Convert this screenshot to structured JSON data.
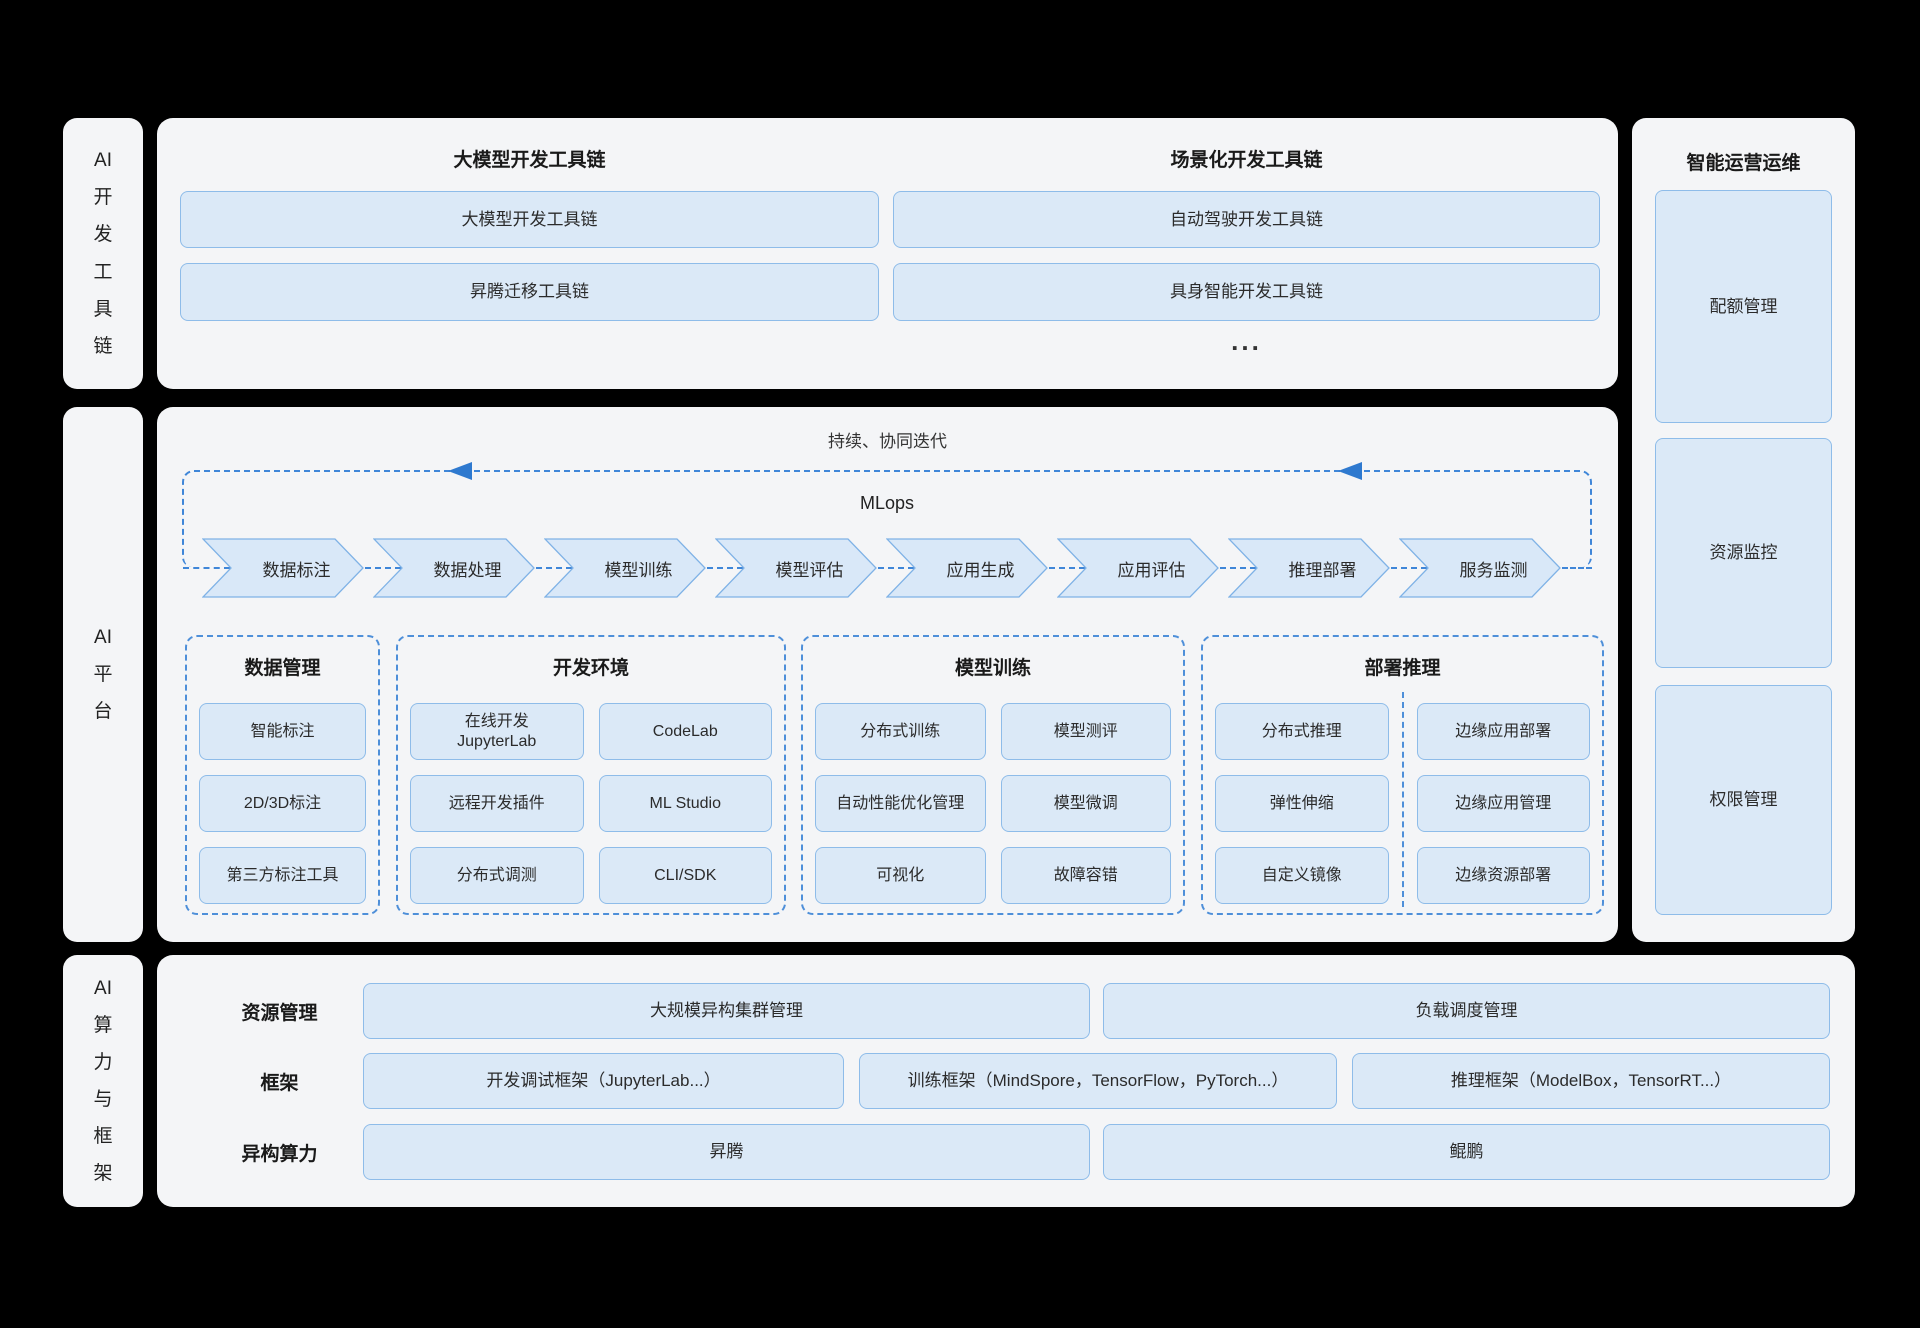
{
  "canvas": {
    "bg": "#000000",
    "panel_bg": "#f4f5f7",
    "node_fill": "#dbe9f7",
    "node_border": "#8ebce9",
    "dash_blue": "#3f86d8",
    "arrow_blue": "#2e79cf"
  },
  "left_rails": [
    {
      "label": "AI\n开\n发\n工\n具\n链"
    },
    {
      "label": "AI\n平\n台"
    },
    {
      "label": "AI\n算\n力\n与\n框\n架"
    }
  ],
  "toolchain": {
    "columns": [
      {
        "title": "大模型开发工具链",
        "boxes": [
          "大模型开发工具链",
          "昇腾迁移工具链"
        ]
      },
      {
        "title": "场景化开发工具链",
        "boxes": [
          "自动驾驶开发工具链",
          "具身智能开发工具链"
        ]
      }
    ],
    "ellipsis": "..."
  },
  "ops": {
    "title": "智能运营运维",
    "boxes": [
      "配额管理",
      "资源监控",
      "权限管理"
    ]
  },
  "platform": {
    "loop_label": "持续、协同迭代",
    "mlops_label": "MLops",
    "stages": [
      "数据标注",
      "数据处理",
      "模型训练",
      "模型评估",
      "应用生成",
      "应用评估",
      "推理部署",
      "服务监测"
    ],
    "groups": [
      {
        "title": "数据管理",
        "items": [
          "智能标注",
          "2D/3D标注",
          "第三方标注工具"
        ]
      },
      {
        "title": "开发环境",
        "items": [
          "在线开发\nJupyterLab",
          "CodeLab",
          "远程开发插件",
          "ML Studio",
          "分布式调测",
          "CLI/SDK"
        ]
      },
      {
        "title": "模型训练",
        "items": [
          "分布式训练",
          "模型测评",
          "自动性能优化管理",
          "模型微调",
          "可视化",
          "故障容错"
        ]
      },
      {
        "title": "部署推理",
        "items": [
          "分布式推理",
          "边缘应用部署",
          "弹性伸缩",
          "边缘应用管理",
          "自定义镜像",
          "边缘资源部署"
        ]
      }
    ]
  },
  "infra": {
    "rows": [
      {
        "label": "资源管理",
        "boxes": [
          "大规模异构集群管理",
          "负载调度管理"
        ]
      },
      {
        "label": "框架",
        "boxes": [
          "开发调试框架（JupyterLab...）",
          "训练框架（MindSpore，TensorFlow，PyTorch...）",
          "推理框架（ModelBox，TensorRT...）"
        ]
      },
      {
        "label": "异构算力",
        "boxes": [
          "昇腾",
          "鲲鹏"
        ]
      }
    ]
  }
}
